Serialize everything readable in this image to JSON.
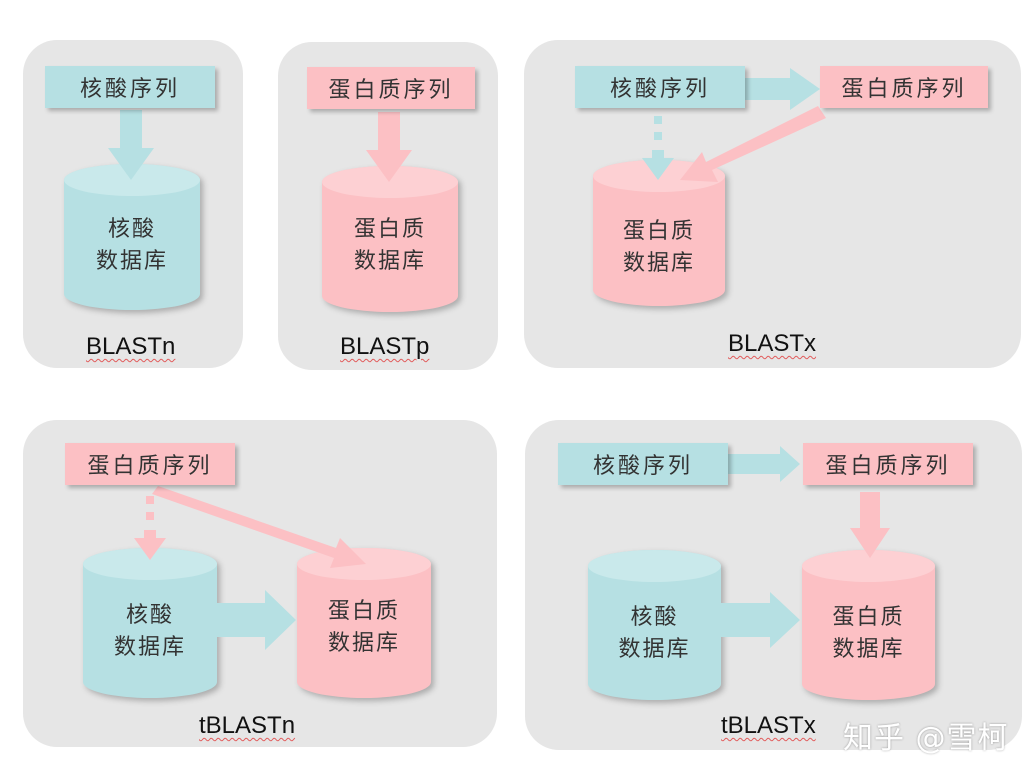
{
  "colors": {
    "panel_bg": "#e6e6e6",
    "nucleic": "#b6e0e3",
    "protein": "#fcc0c4"
  },
  "panels": [
    {
      "title": "BLASTn",
      "query": "核酸序列",
      "database_lines": [
        "核酸",
        "数据库"
      ]
    },
    {
      "title": "BLASTp",
      "query": "蛋白质序列",
      "database_lines": [
        "蛋白质",
        "数据库"
      ]
    },
    {
      "title": "BLASTx",
      "query": "核酸序列",
      "translated_query": "蛋白质序列",
      "database_lines": [
        "蛋白质",
        "数据库"
      ]
    },
    {
      "title": "tBLASTn",
      "query": "蛋白质序列",
      "source_database_lines": [
        "核酸",
        "数据库"
      ],
      "database_lines": [
        "蛋白质",
        "数据库"
      ]
    },
    {
      "title": "tBLASTx",
      "query": "核酸序列",
      "translated_query": "蛋白质序列",
      "source_database_lines": [
        "核酸",
        "数据库"
      ],
      "database_lines": [
        "蛋白质",
        "数据库"
      ]
    }
  ],
  "watermark": "知乎 @雪柯"
}
